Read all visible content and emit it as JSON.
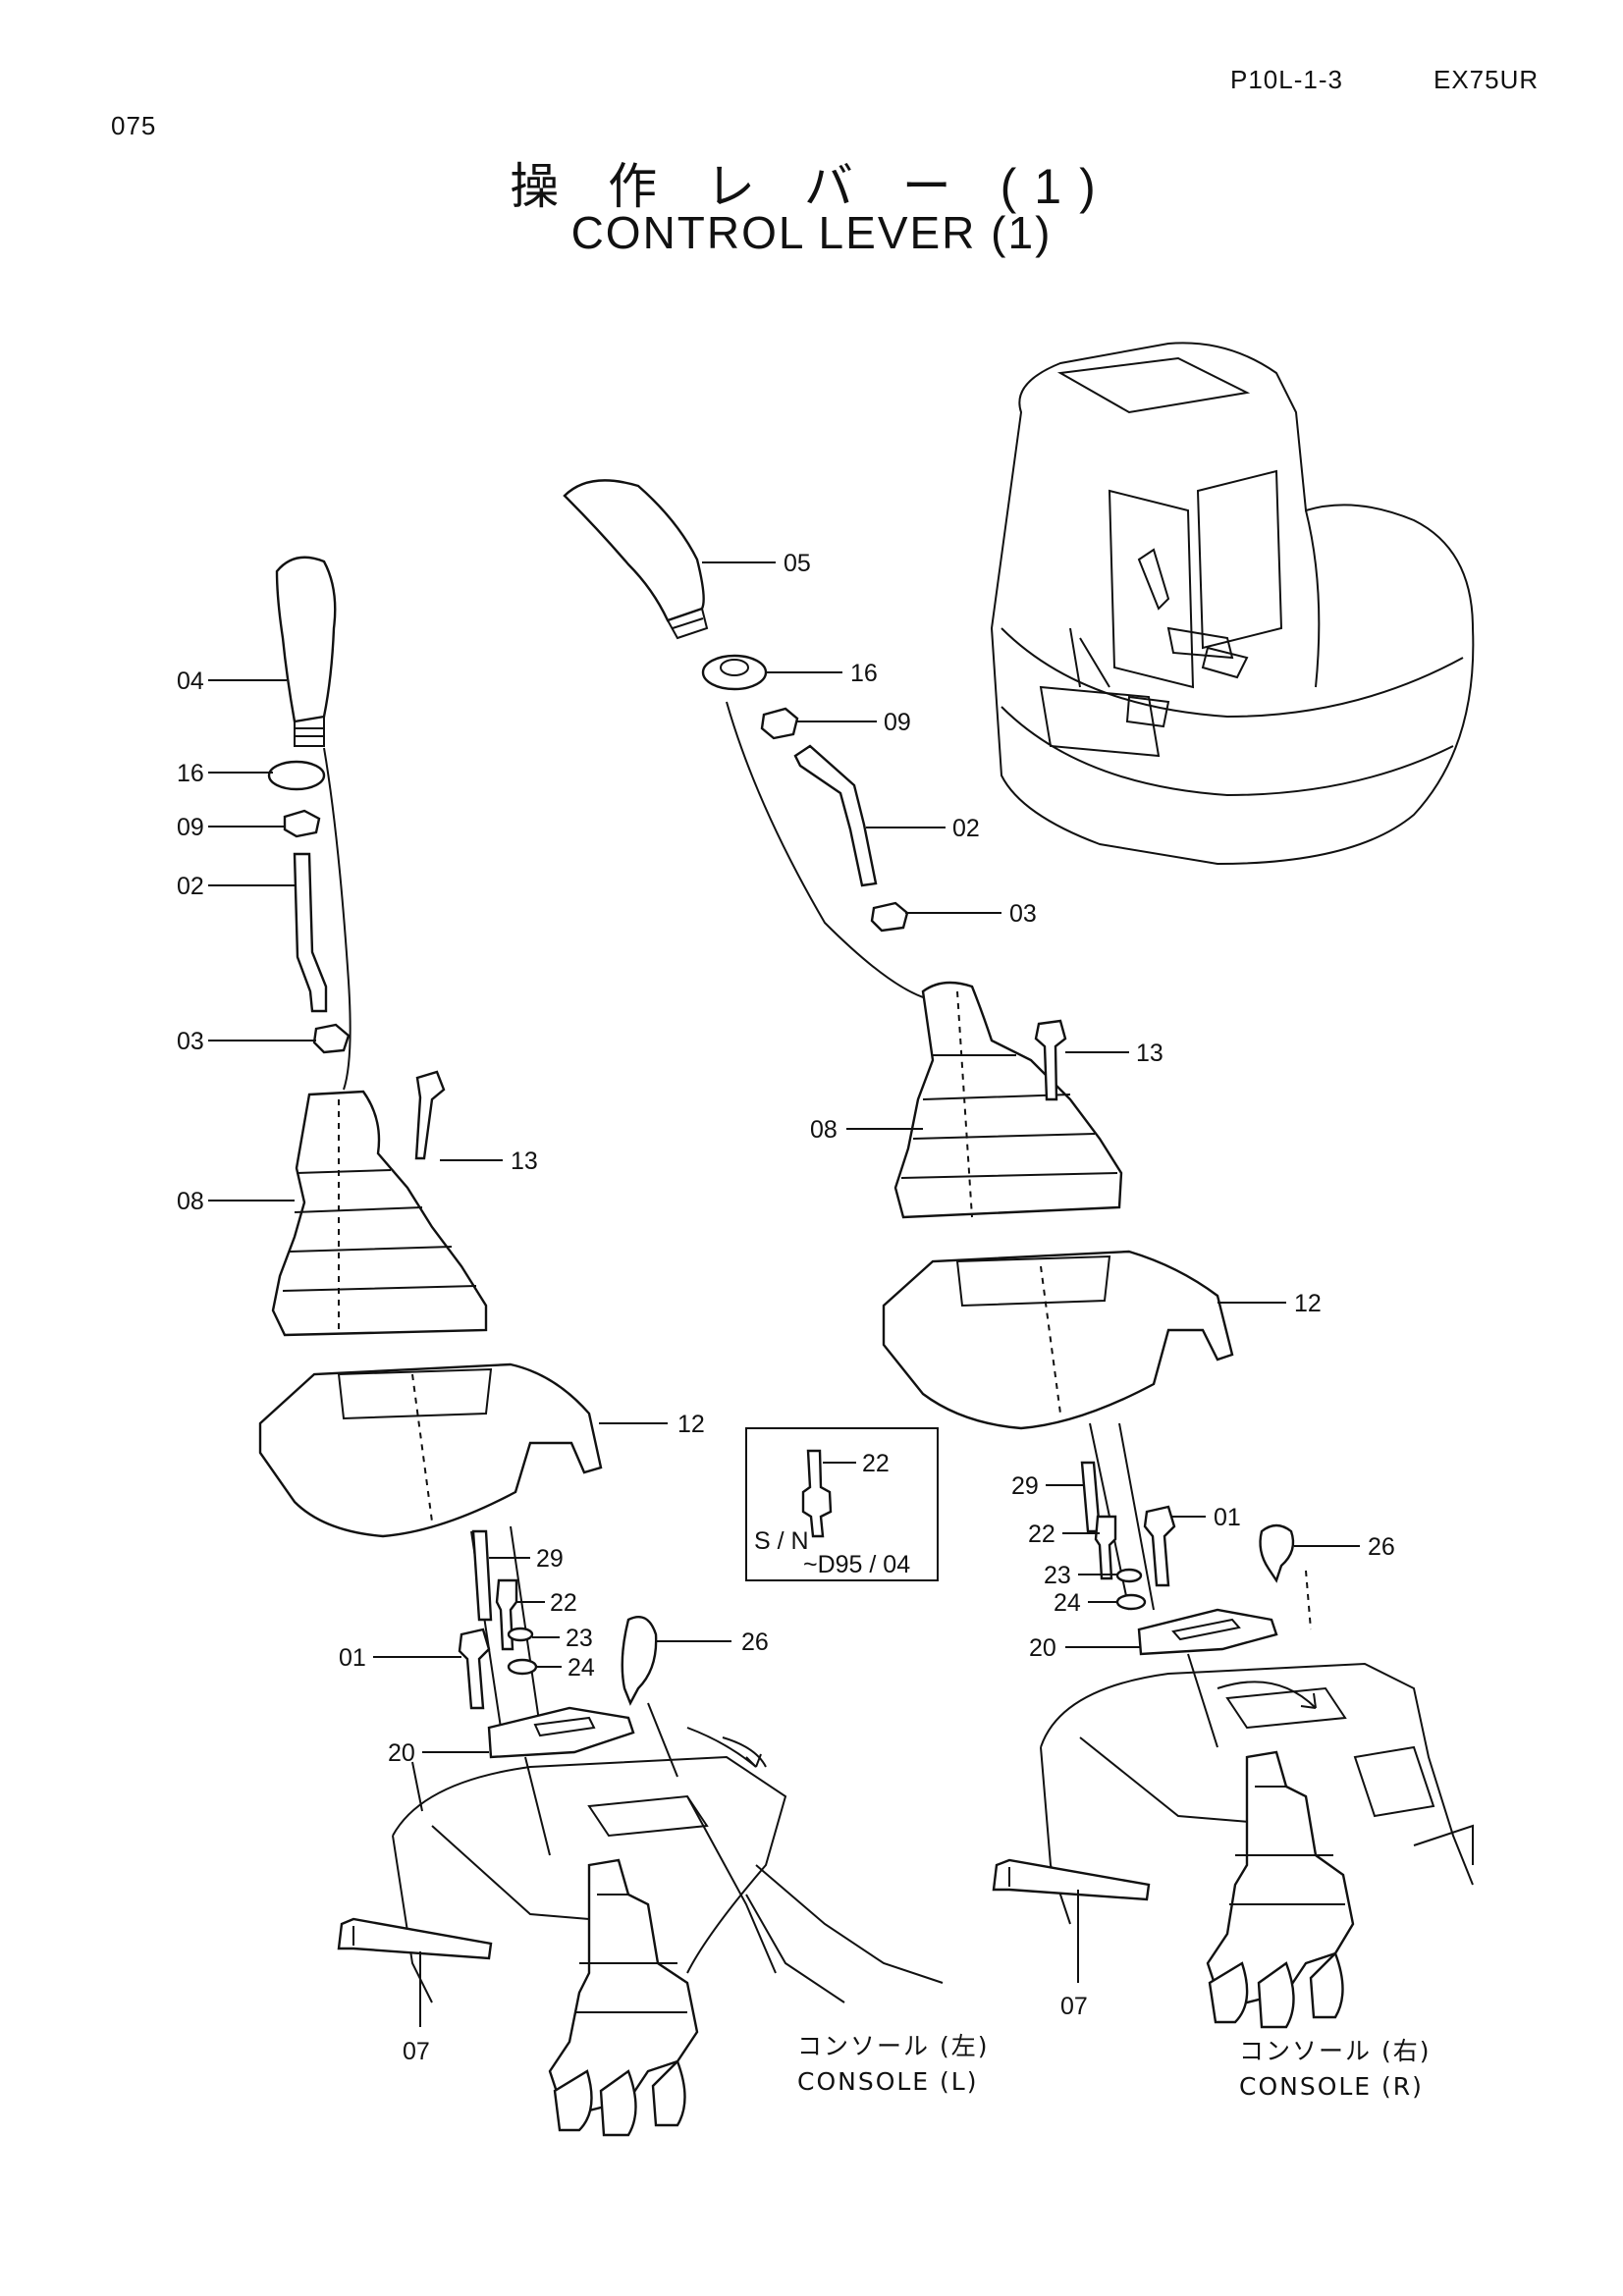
{
  "header": {
    "page_code": "075",
    "ref_code": "P10L-1-3",
    "model": "EX75UR"
  },
  "title": {
    "japanese": "操 作 レ バ ー (1)",
    "english": "CONTROL LEVER (1)"
  },
  "left_assembly": {
    "labels": {
      "l04": "04",
      "l16": "16",
      "l09": "09",
      "l02": "02",
      "l03": "03",
      "l13": "13",
      "l08": "08",
      "l12": "12",
      "l29": "29",
      "l22": "22",
      "l23": "23",
      "l24": "24",
      "l01": "01",
      "l26": "26",
      "l20": "20",
      "l07": "07"
    },
    "console_jp": "コンソール (左)",
    "console_en": "CONSOLE (L)"
  },
  "right_assembly": {
    "labels": {
      "r05": "05",
      "r16": "16",
      "r09": "09",
      "r02": "02",
      "r03": "03",
      "r13": "13",
      "r08": "08",
      "r12": "12",
      "r29": "29",
      "r22": "22",
      "r23": "23",
      "r24": "24",
      "r01": "01",
      "r26": "26",
      "r20": "20",
      "r07": "07"
    },
    "console_jp": "コンソール (右)",
    "console_en": "CONSOLE (R)"
  },
  "inset_box": {
    "part": "22",
    "serial_label": "S / N",
    "serial_range": "~D95 / 04"
  }
}
